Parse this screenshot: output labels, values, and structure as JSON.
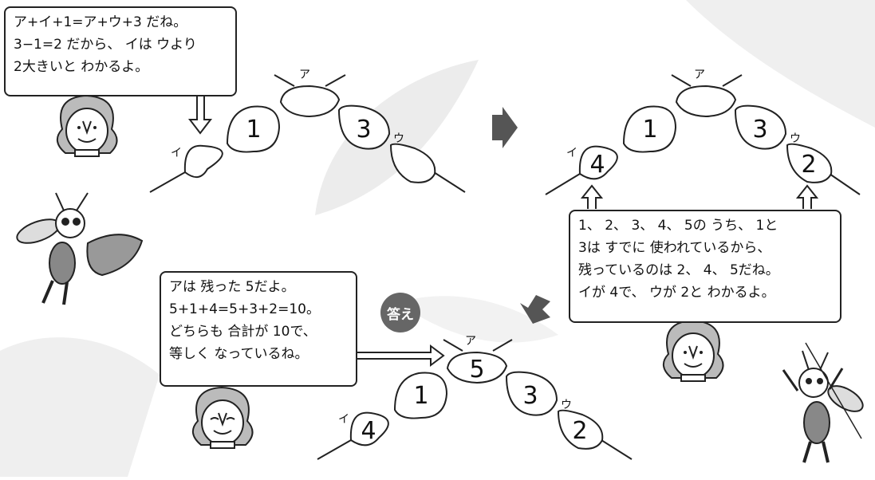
{
  "labels": {
    "a": "ア",
    "i": "イ",
    "u": "ウ"
  },
  "answer_badge": "答え",
  "bubble1": {
    "line1": "ア+イ+1=ア+ウ+3 だね。",
    "line2": "3−1=2 だから、 イは ウより",
    "line3": "2大きいと わかるよ。"
  },
  "bubble2": {
    "line1": "1、 2、 3、 4、 5の うち、 1と",
    "line2": "3は すでに 使われているから、",
    "line3": "残っているのは 2、 4、 5だね。",
    "line4": "イが 4で、 ウが 2と わかるよ。"
  },
  "bubble3": {
    "line1": "アは 残った 5だよ。",
    "line2": "5+1+4=5+3+2=10。",
    "line3": "どちらも 合計が 10で、",
    "line4": "等しく なっているね。"
  },
  "puzzle1": {
    "a": "",
    "left_inner": "1",
    "right_inner": "3",
    "i": "",
    "u": ""
  },
  "puzzle2": {
    "a": "",
    "left_inner": "1",
    "right_inner": "3",
    "i": "4",
    "u": "2"
  },
  "puzzle3": {
    "a": "5",
    "left_inner": "1",
    "right_inner": "3",
    "i": "4",
    "u": "2"
  },
  "colors": {
    "arrow": "#555555",
    "badge": "#666666",
    "background_shape": "#ececec"
  }
}
